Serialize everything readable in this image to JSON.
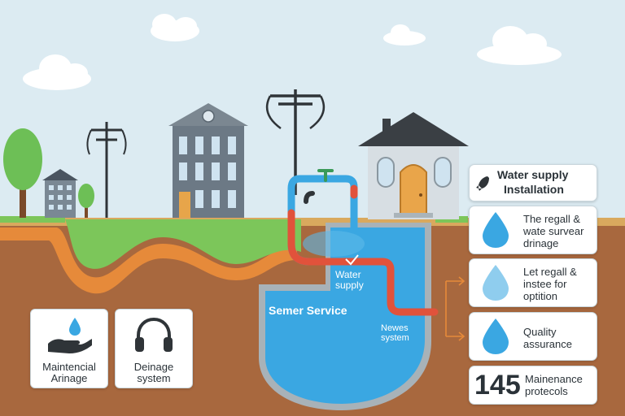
{
  "title_card": {
    "line1": "Water supply",
    "line2": "Installation"
  },
  "feature_cards": [
    {
      "line1": "The regall &",
      "line2": "wate survear",
      "line3": "drinage"
    },
    {
      "line1": "Let regall &",
      "line2": "instee for",
      "line3": "optition"
    },
    {
      "line1": "Quality",
      "line2": "assurance"
    }
  ],
  "stat_card": {
    "number": "145",
    "line1": "Mainenance",
    "line2": "protecols"
  },
  "left_cards": [
    {
      "line1": "Maintencial",
      "line2": "Arinage"
    },
    {
      "line1": "Deinage",
      "line2": "system"
    }
  ],
  "tank_labels": {
    "water_supply_1": "Water",
    "water_supply_2": "supply",
    "sewer_service": "Semer Service",
    "news_system_1": "Newes",
    "news_system_2": "system"
  },
  "colors": {
    "sky": "#dcebf2",
    "grass": "#7cc65a",
    "soil": "#a8683e",
    "water": "#3aa7e2",
    "pipe_red": "#e1523b",
    "pipe_blue": "#3aa7e2",
    "accent_orange": "#e68a3a"
  }
}
